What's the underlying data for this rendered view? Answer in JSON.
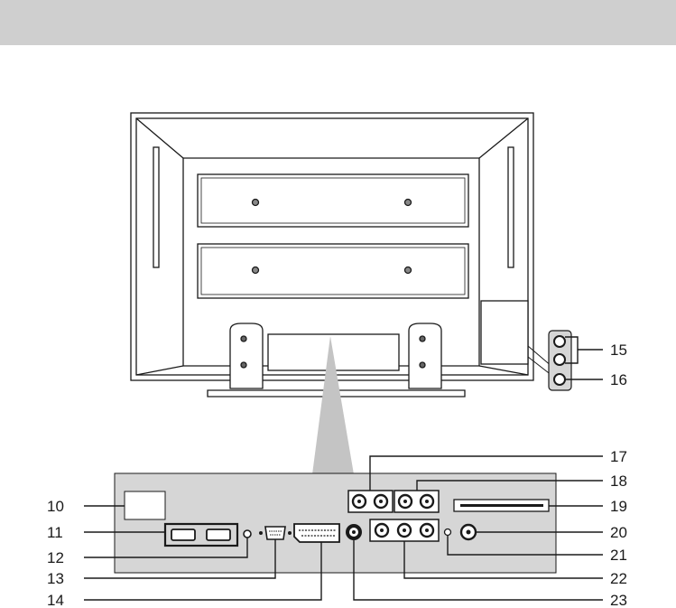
{
  "diagram": {
    "title": "",
    "colors": {
      "header": "#cfcfcf",
      "panel": "#d6d6d6",
      "line": "#1a1a1a",
      "tv_fill": "#ffffff"
    },
    "callouts": {
      "c10": "10",
      "c11": "11",
      "c12": "12",
      "c13": "13",
      "c14": "14",
      "c15": "15",
      "c16": "16",
      "c17": "17",
      "c18": "18",
      "c19": "19",
      "c20": "20",
      "c21": "21",
      "c22": "22",
      "c23": "23"
    }
  }
}
